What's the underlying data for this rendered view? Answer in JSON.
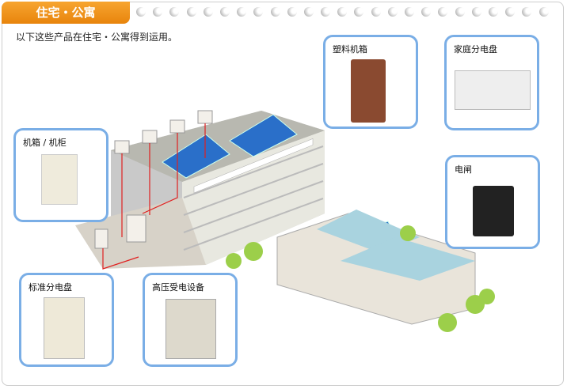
{
  "header": {
    "tab_title": "住宅・公寓"
  },
  "intro": "以下这些产品在住宅・公寓得到运用。",
  "products": [
    {
      "label": "塑料机箱"
    },
    {
      "label": "家庭分电盘"
    },
    {
      "label": "机箱 / 机柜"
    },
    {
      "label": "电闸"
    },
    {
      "label": "标准分电盘"
    },
    {
      "label": "高压受电设备"
    }
  ],
  "colors": {
    "accent": "#ef8e14",
    "card_border": "#7aaee6",
    "wire": "#e02020"
  }
}
